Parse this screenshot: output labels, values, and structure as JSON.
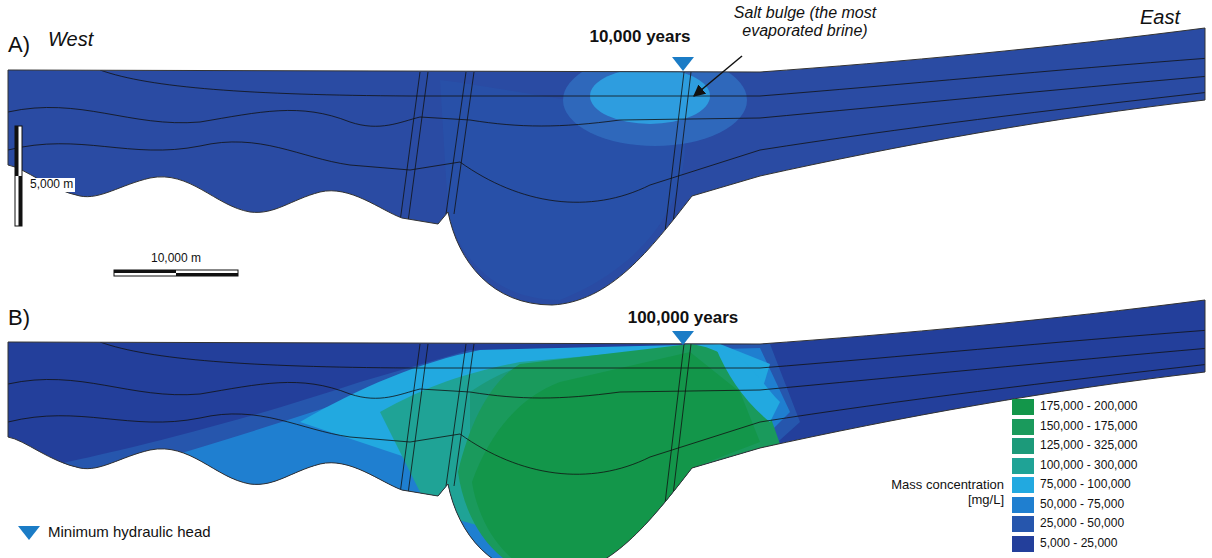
{
  "diagram": {
    "labels": [
      "A)",
      "West",
      "10,000 years",
      "Salt bulge (the most evaporated brine)",
      "East",
      "5,000 m",
      "10,000 m",
      "B)",
      "100,000 years",
      "Mass concentration [mg/L]"
    ],
    "legend": [
      {
        "text": "175,000 - 200,000",
        "color": "#13964a"
      },
      {
        "text": "150,000 - 175,000",
        "color": "#1a9a5c"
      },
      {
        "text": "125,000 - 325,000",
        "color": "#1c9a7a"
      },
      {
        "text": "100,000 - 300,000",
        "color": "#1fa396"
      },
      {
        "text": "75,000 - 100,000",
        "color": "#22a9e0"
      },
      {
        "text": "50,000 - 75,000",
        "color": "#1f7fd0"
      },
      {
        "text": "25,000 - 50,000",
        "color": "#2656ad"
      },
      {
        "text": "5,000 - 25,000",
        "color": "#233f9b"
      },
      {
        "text": "Minimum hydraulic head"
      }
    ]
  }
}
